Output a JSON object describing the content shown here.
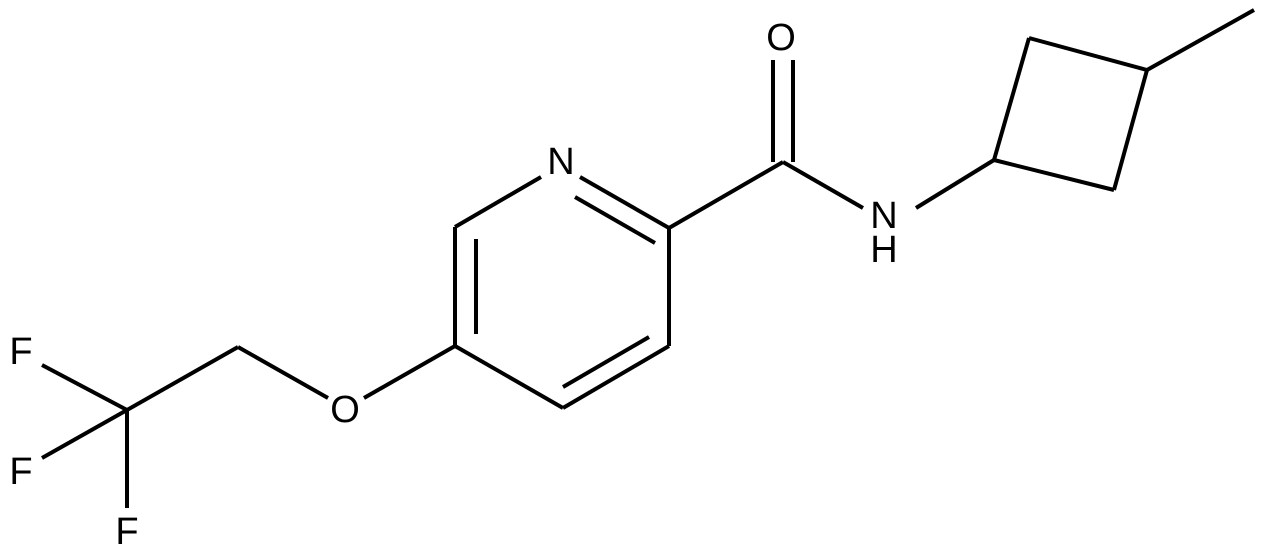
{
  "molecule": {
    "atoms": {
      "carbonyl_o": "O",
      "ring_n": "N",
      "amide_n": "N",
      "amide_h": "H",
      "ether_o": "O",
      "f_top": "F",
      "f_left": "F",
      "f_bottom": "F"
    },
    "colors": {
      "bond": "#000000",
      "label": "#000000",
      "background": "#ffffff"
    }
  }
}
